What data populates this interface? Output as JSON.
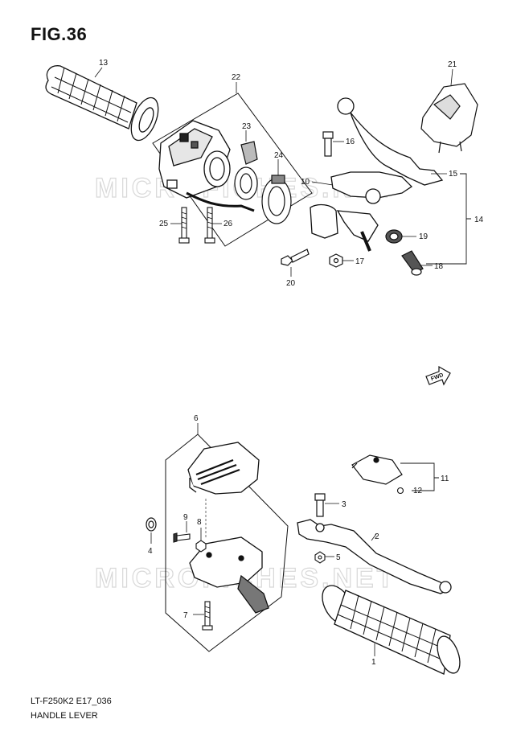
{
  "figure": {
    "title": "FIG.36",
    "code": "LT-F250K2 E17_036",
    "name": "HANDLE LEVER",
    "watermark": "MICROFICHES.NET",
    "fwd_label": "FWD"
  },
  "callouts": {
    "c1": "1",
    "c2": "2",
    "c3": "3",
    "c4": "4",
    "c5": "5",
    "c6": "6",
    "c7": "7",
    "c8": "8",
    "c9": "9",
    "c10": "10",
    "c11": "11",
    "c12": "12",
    "c13": "13",
    "c14": "14",
    "c15": "15",
    "c16": "16",
    "c17": "17",
    "c18": "18",
    "c19": "19",
    "c20": "20",
    "c21": "21",
    "c22": "22",
    "c23": "23",
    "c24": "24",
    "c25": "25",
    "c26": "26"
  }
}
